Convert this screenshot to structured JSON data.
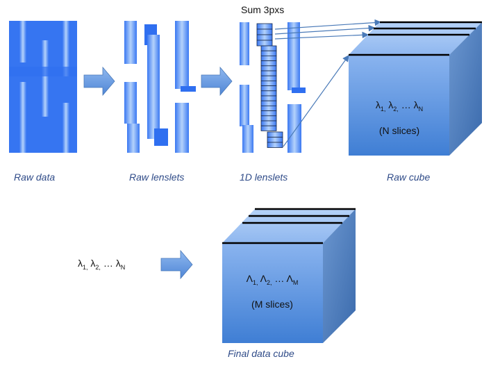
{
  "colors": {
    "raw_dark": "#2f6ff0",
    "raw_mid": "#4d8af5",
    "raw_light": "#a9cbfb",
    "arrow_fill": "#6fa0e0",
    "arrow_stroke": "#4a79b8",
    "cube_front_top": "#8ab4ef",
    "cube_front_bottom": "#3f7ed4",
    "cube_side": "#4f7fc0",
    "cube_top": "#a7c8f5",
    "caption_color": "#2f4b88",
    "slice_line": "#000000",
    "connector_line": "#4a7ab8"
  },
  "top_row": {
    "sum_label": "Sum 3pxs",
    "captions": {
      "raw_data": "Raw data",
      "raw_lenslets": "Raw lenslets",
      "one_d_lenslets": "1D lenslets",
      "raw_cube": "Raw cube"
    },
    "raw_cube": {
      "lambda_symbol": "λ",
      "subs": [
        "1,",
        "2,",
        "N"
      ],
      "ellipsis": "…",
      "slices_label": "(N slices)"
    }
  },
  "bottom_row": {
    "input_label": {
      "lambda_symbol": "λ",
      "subs": [
        "1,",
        "2,",
        "N"
      ],
      "ellipsis": "…"
    },
    "final_cube": {
      "Lambda_symbol": "Λ",
      "subs": [
        "1,",
        "2,",
        "M"
      ],
      "ellipsis": "…",
      "slices_label": "(M slices)"
    },
    "caption": "Final data cube"
  }
}
